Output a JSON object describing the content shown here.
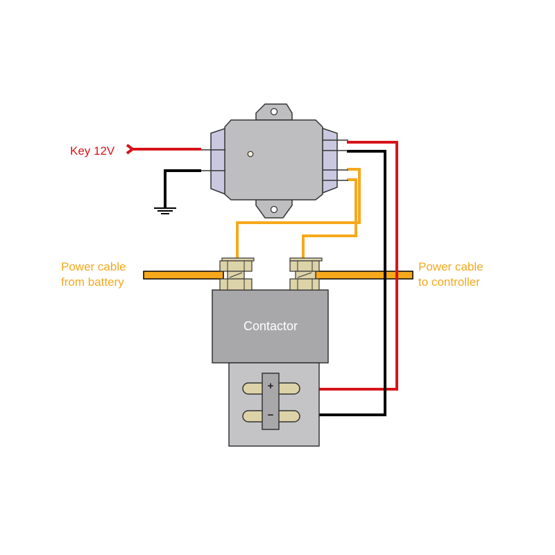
{
  "diagram": {
    "title": "Contactor wiring with coil suppressor module",
    "labels": {
      "key_input": "Key 12V",
      "power_from_line1": "Power cable",
      "power_from_line2": "from battery",
      "power_to_line1": "Power cable",
      "power_to_line2": "to controller",
      "contactor": "Contactor",
      "coil_plus": "+",
      "coil_minus": "−"
    },
    "components": [
      {
        "id": "module",
        "name": "Control module (suppressor)"
      },
      {
        "id": "contactor",
        "name": "Contactor"
      },
      {
        "id": "coil-terminal-block",
        "name": "Coil terminals"
      },
      {
        "id": "terminal-left",
        "name": "Battery-side terminal stud"
      },
      {
        "id": "terminal-right",
        "name": "Controller-side terminal stud"
      },
      {
        "id": "ground",
        "name": "Ground"
      }
    ],
    "connections": [
      {
        "from": "Key 12V",
        "to": "module left input 1",
        "color": "red"
      },
      {
        "from": "ground",
        "to": "module left input 2",
        "color": "black"
      },
      {
        "from": "module right output 1",
        "to": "coil +",
        "color": "red"
      },
      {
        "from": "module right output 2",
        "to": "coil −",
        "color": "black"
      },
      {
        "from": "module right output 3",
        "to": "left terminal stud",
        "color": "orange"
      },
      {
        "from": "module right output 4",
        "to": "right terminal stud",
        "color": "orange"
      },
      {
        "from": "battery",
        "to": "left terminal stud",
        "color": "orange",
        "type": "power cable"
      },
      {
        "from": "right terminal stud",
        "to": "controller",
        "color": "orange",
        "type": "power cable"
      }
    ],
    "colors": {
      "red_wire": "#d7141a",
      "black_wire": "#000000",
      "orange_wire": "#f7a81b",
      "module_body": "#bebec0",
      "module_side": "#c9c8e0",
      "contactor_body": "#a8a8aa",
      "coil_base": "#c4c4c6",
      "stud": "#ddd3a8",
      "label_orange": "#f2a81d",
      "label_red": "#d7141a"
    }
  }
}
